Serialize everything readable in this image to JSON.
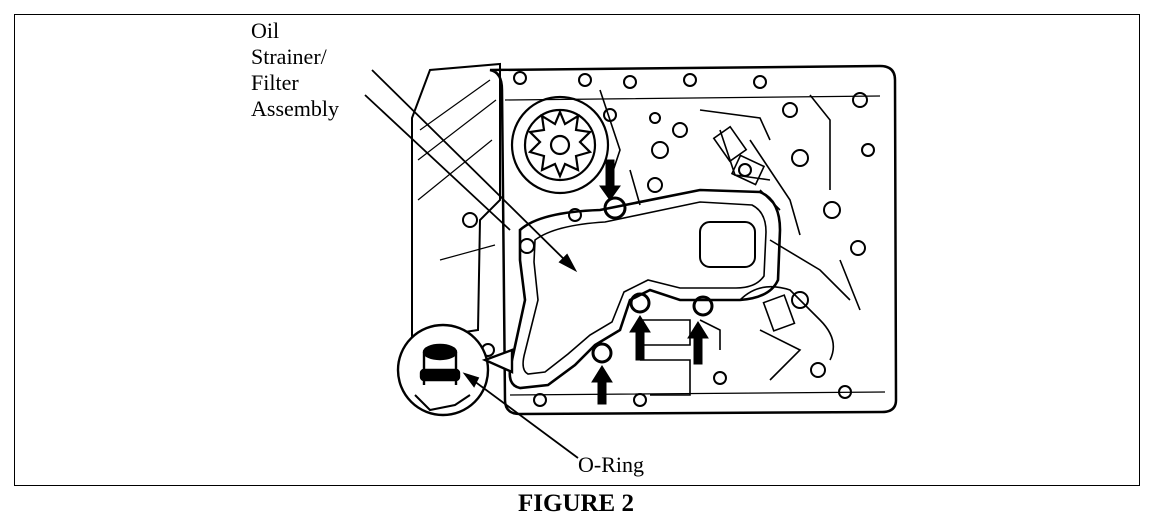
{
  "callouts": {
    "strainer": "Oil\nStrainer/\nFilter\nAssembly",
    "oring": "O-Ring"
  },
  "caption": "FIGURE 2",
  "colors": {
    "ink": "#000000",
    "paper": "#ffffff"
  }
}
